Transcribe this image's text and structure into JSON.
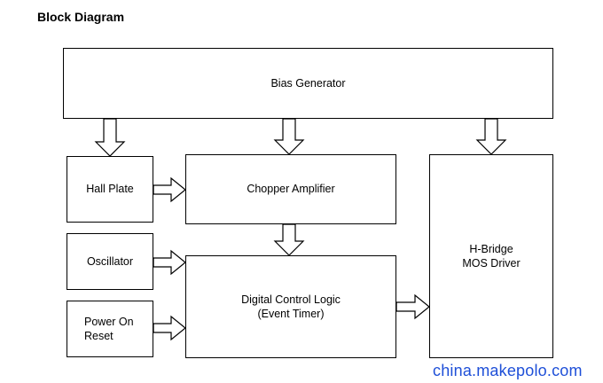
{
  "title": "Block Diagram",
  "blocks": {
    "bias_generator": "Bias Generator",
    "hall_plate": "Hall Plate",
    "chopper_amplifier": "Chopper Amplifier",
    "oscillator": "Oscillator",
    "power_on_reset": [
      "Power On",
      "Reset"
    ],
    "digital_control_logic": [
      "Digital Control Logic",
      "(Event Timer)"
    ],
    "h_bridge": [
      "H-Bridge",
      "MOS Driver"
    ]
  },
  "watermark": "china.makepolo.com"
}
